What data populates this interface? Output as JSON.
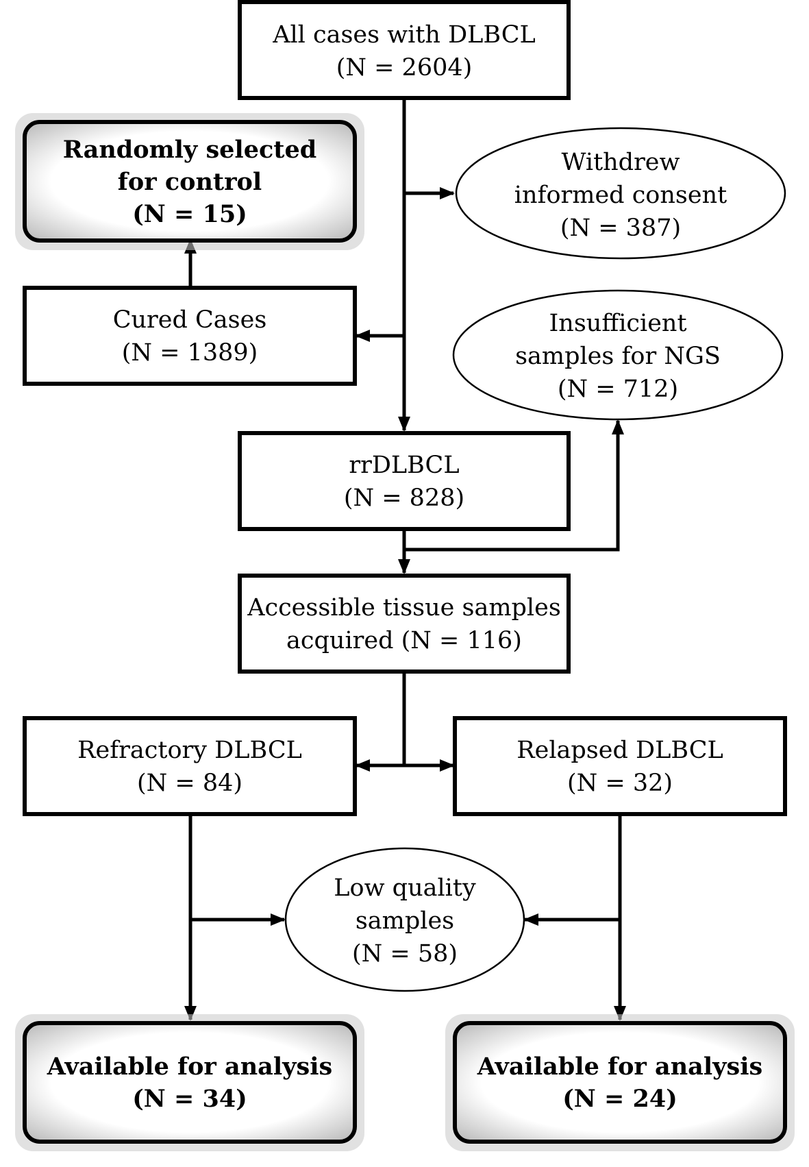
{
  "nodes": {
    "all_cases": {
      "line1": "All cases with DLBCL",
      "line2": "(N = 2604)"
    },
    "withdrew": {
      "line1": "Withdrew",
      "line2": "informed consent",
      "line3": "(N = 387)"
    },
    "control": {
      "line1": "Randomly selected",
      "line2": "for control",
      "line3": "(N = 15)"
    },
    "cured": {
      "line1": "Cured Cases",
      "line2": "(N = 1389)"
    },
    "insufficient": {
      "line1": "Insufficient",
      "line2": "samples for NGS",
      "line3": "(N = 712)"
    },
    "rrdlbcl": {
      "line1": "rrDLBCL",
      "line2": "(N = 828)"
    },
    "accessible": {
      "line1": "Accessible tissue samples",
      "line2": "acquired (N = 116)"
    },
    "refractory": {
      "line1": "Refractory DLBCL",
      "line2": "(N = 84)"
    },
    "relapsed": {
      "line1": "Relapsed DLBCL",
      "line2": "(N = 32)"
    },
    "low_quality": {
      "line1": "Low quality",
      "line2": "samples",
      "line3": "(N = 58)"
    },
    "available_left": {
      "line1": "Available for analysis",
      "line2": "(N = 34)"
    },
    "available_right": {
      "line1": "Available for analysis",
      "line2": "(N = 24)"
    }
  },
  "colors": {
    "stroke": "#000000",
    "fill": "#ffffff",
    "highlight_glow": "#9a9a9a"
  }
}
